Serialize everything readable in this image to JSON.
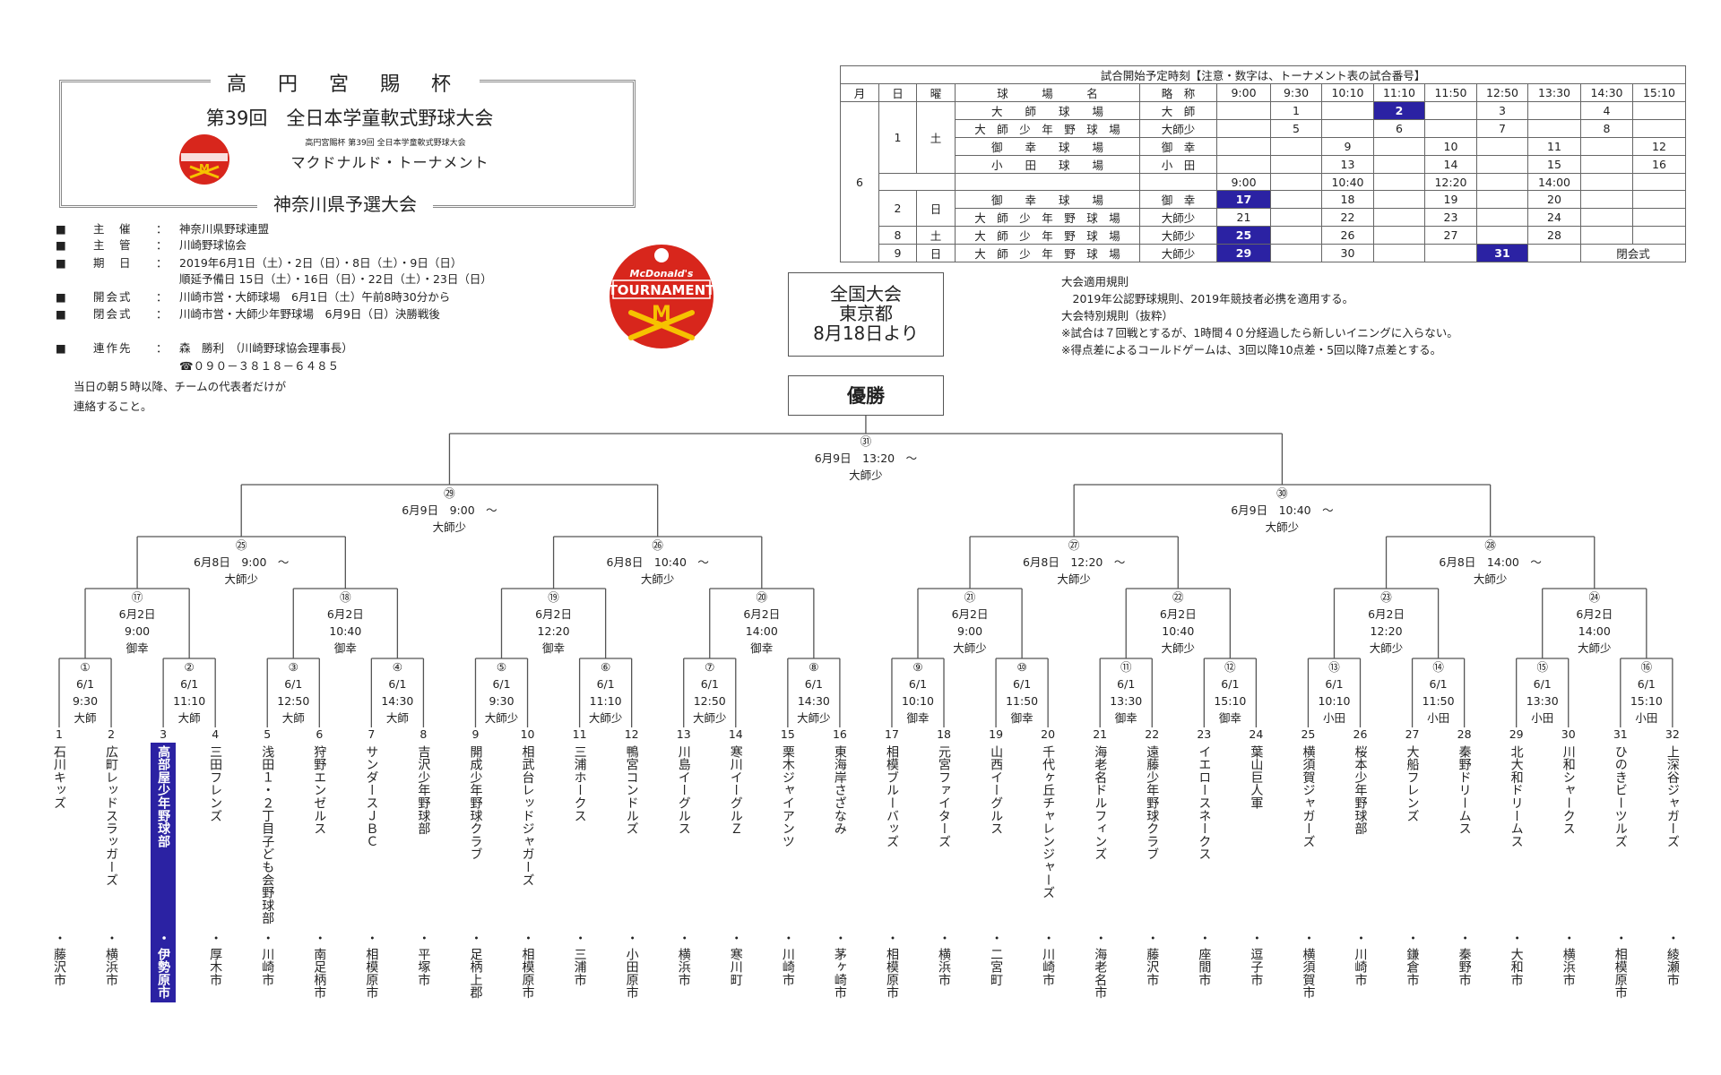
{
  "header": {
    "cup": "高 円 宮 賜 杯",
    "title": "第39回　全日本学童軟式野球大会",
    "subtitle_small": "高円宮賜杯 第39回 全日本学童軟式野球大会",
    "subtitle": "マクドナルド・トーナメント",
    "region": "神奈川県予選大会",
    "logo_text": "McDonald's TOURNAMENT"
  },
  "info": {
    "bullet": "■",
    "colon": "：",
    "rows": [
      {
        "label": "主　催",
        "value": "神奈川県野球連盟"
      },
      {
        "label": "主　管",
        "value": "川崎野球協会"
      },
      {
        "label": "期　日",
        "value": "2019年6月1日（土）・2日（日）・8日（土）・9日（日）"
      },
      {
        "label": "",
        "value": "順延予備日 15日（土）・16日（日）・22日（土）・23日（日）"
      },
      {
        "label": "開会式",
        "value": "川崎市営・大師球場　6月1日（土）午前8時30分から"
      },
      {
        "label": "閉会式",
        "value": "川崎市営・大師少年野球場　6月9日（日）決勝戦後"
      },
      {
        "label": "連作先",
        "value": "森　勝利　（川崎野球協会理事長）"
      },
      {
        "label": "",
        "value": "☎０９０－３８１８－６４８５"
      }
    ],
    "note_lines": [
      "当日の朝５時以降、チームの代表者だけが",
      "連絡すること。"
    ]
  },
  "schedule": {
    "title": "試合開始予定時刻【注意・数字は、トーナメント表の試合番号】",
    "headers": [
      "月",
      "日",
      "曜",
      "球　　　場　　　名",
      "略　称",
      "9:00",
      "9:30",
      "10:10",
      "11:10",
      "11:50",
      "12:50",
      "13:30",
      "14:30",
      "15:10"
    ],
    "month": "6",
    "highlight_color": "#2b22a3",
    "highlighted": [
      "2",
      "17",
      "25",
      "29",
      "31"
    ],
    "groups": [
      {
        "day": "1",
        "dow": "土",
        "rows": [
          {
            "field": "大　　師　　球　　場",
            "abbr": "大　師",
            "cells": [
              "",
              "1",
              "",
              "2",
              "",
              "3",
              "",
              "4",
              ""
            ]
          },
          {
            "field": "大　師　少　年　野　球　場",
            "abbr": "大師少",
            "cells": [
              "",
              "5",
              "",
              "6",
              "",
              "7",
              "",
              "8",
              ""
            ]
          },
          {
            "field": "御　　幸　　球　　場",
            "abbr": "御　幸",
            "cells": [
              "",
              "",
              "9",
              "",
              "10",
              "",
              "11",
              "",
              "12"
            ]
          },
          {
            "field": "小　　田　　球　　場",
            "abbr": "小　田",
            "cells": [
              "",
              "",
              "13",
              "",
              "14",
              "",
              "15",
              "",
              "16"
            ]
          }
        ]
      },
      {
        "day": "",
        "dow": "",
        "merged": true,
        "rows": [
          {
            "field": "",
            "abbr": "",
            "cells": [
              "9:00",
              "",
              "10:40",
              "",
              "12:20",
              "",
              "14:00",
              "",
              ""
            ]
          }
        ]
      },
      {
        "day": "2",
        "dow": "日",
        "rows": [
          {
            "field": "御　　幸　　球　　場",
            "abbr": "御　幸",
            "cells": [
              "17",
              "",
              "18",
              "",
              "19",
              "",
              "20",
              "",
              ""
            ]
          },
          {
            "field": "大　師　少　年　野　球　場",
            "abbr": "大師少",
            "cells": [
              "21",
              "",
              "22",
              "",
              "23",
              "",
              "24",
              "",
              ""
            ]
          }
        ]
      },
      {
        "day": "8",
        "dow": "土",
        "rows": [
          {
            "field": "大　師　少　年　野　球　場",
            "abbr": "大師少",
            "cells": [
              "25",
              "",
              "26",
              "",
              "27",
              "",
              "28",
              "",
              ""
            ]
          }
        ]
      },
      {
        "day": "9",
        "dow": "日",
        "rows": [
          {
            "field": "大　師　少　年　野　球　場",
            "abbr": "大師少",
            "cells": [
              "29",
              "",
              "30",
              "",
              "",
              "31",
              "",
              "閉会式"
            ]
          }
        ]
      }
    ]
  },
  "national_box": {
    "line1": "全国大会",
    "line2": "東京都",
    "line3": "8月18日より"
  },
  "champion_label": "優勝",
  "rules": {
    "lines": [
      "大会適用規則",
      "　2019年公認野球規則、2019年競技者必携を適用する。",
      "大会特別規則（抜粋）",
      "※試合は７回戦とするが、1時間４０分経過したら新しいイニングに入らない。",
      "※得点差によるコールドゲームは、3回以降10点差・5回以降7点差とする。"
    ]
  },
  "bracket": {
    "separator": "・",
    "highlighted_team": 3,
    "rounds": [
      [
        {
          "no": "①",
          "date": "6/1",
          "time": "9:30",
          "venue": "大師"
        },
        {
          "no": "②",
          "date": "6/1",
          "time": "11:10",
          "venue": "大師"
        },
        {
          "no": "③",
          "date": "6/1",
          "time": "12:50",
          "venue": "大師"
        },
        {
          "no": "④",
          "date": "6/1",
          "time": "14:30",
          "venue": "大師"
        },
        {
          "no": "⑤",
          "date": "6/1",
          "time": "9:30",
          "venue": "大師少"
        },
        {
          "no": "⑥",
          "date": "6/1",
          "time": "11:10",
          "venue": "大師少"
        },
        {
          "no": "⑦",
          "date": "6/1",
          "time": "12:50",
          "venue": "大師少"
        },
        {
          "no": "⑧",
          "date": "6/1",
          "time": "14:30",
          "venue": "大師少"
        },
        {
          "no": "⑨",
          "date": "6/1",
          "time": "10:10",
          "venue": "御幸"
        },
        {
          "no": "⑩",
          "date": "6/1",
          "time": "11:50",
          "venue": "御幸"
        },
        {
          "no": "⑪",
          "date": "6/1",
          "time": "13:30",
          "venue": "御幸"
        },
        {
          "no": "⑫",
          "date": "6/1",
          "time": "15:10",
          "venue": "御幸"
        },
        {
          "no": "⑬",
          "date": "6/1",
          "time": "10:10",
          "venue": "小田"
        },
        {
          "no": "⑭",
          "date": "6/1",
          "time": "11:50",
          "venue": "小田"
        },
        {
          "no": "⑮",
          "date": "6/1",
          "time": "13:30",
          "venue": "小田"
        },
        {
          "no": "⑯",
          "date": "6/1",
          "time": "15:10",
          "venue": "小田"
        }
      ],
      [
        {
          "no": "⑰",
          "date": "6月2日",
          "time": "9:00",
          "venue": "御幸"
        },
        {
          "no": "⑱",
          "date": "6月2日",
          "time": "10:40",
          "venue": "御幸"
        },
        {
          "no": "⑲",
          "date": "6月2日",
          "time": "12:20",
          "venue": "御幸"
        },
        {
          "no": "⑳",
          "date": "6月2日",
          "time": "14:00",
          "venue": "御幸"
        },
        {
          "no": "㉑",
          "date": "6月2日",
          "time": "9:00",
          "venue": "大師少"
        },
        {
          "no": "㉒",
          "date": "6月2日",
          "time": "10:40",
          "venue": "大師少"
        },
        {
          "no": "㉓",
          "date": "6月2日",
          "time": "12:20",
          "venue": "大師少"
        },
        {
          "no": "㉔",
          "date": "6月2日",
          "time": "14:00",
          "venue": "大師少"
        }
      ],
      [
        {
          "no": "㉕",
          "datetime": "6月8日　9:00　～",
          "venue": "大師少"
        },
        {
          "no": "㉖",
          "datetime": "6月8日　10:40　～",
          "venue": "大師少"
        },
        {
          "no": "㉗",
          "datetime": "6月8日　12:20　～",
          "venue": "大師少"
        },
        {
          "no": "㉘",
          "datetime": "6月8日　14:00　～",
          "venue": "大師少"
        }
      ],
      [
        {
          "no": "㉙",
          "datetime": "6月9日　9:00　～",
          "venue": "大師少"
        },
        {
          "no": "㉚",
          "datetime": "6月9日　10:40　～",
          "venue": "大師少"
        }
      ],
      [
        {
          "no": "㉛",
          "datetime": "6月9日　13:20　～",
          "venue": "大師少"
        }
      ]
    ],
    "teams": [
      {
        "no": "1",
        "name": "石川キッズ",
        "city": "藤沢市"
      },
      {
        "no": "2",
        "name": "広町レッドスラッガーズ",
        "city": "横浜市"
      },
      {
        "no": "3",
        "name": "高部屋少年野球部",
        "city": "伊勢原市"
      },
      {
        "no": "4",
        "name": "三田フレンズ",
        "city": "厚木市"
      },
      {
        "no": "5",
        "name": "浅田１・２丁目子ども会野球部",
        "city": "川崎市"
      },
      {
        "no": "6",
        "name": "狩野エンゼルス",
        "city": "南足柄市"
      },
      {
        "no": "7",
        "name": "サンダースＪＢＣ",
        "city": "相模原市"
      },
      {
        "no": "8",
        "name": "吉沢少年野球部",
        "city": "平塚市"
      },
      {
        "no": "9",
        "name": "開成少年野球クラブ",
        "city": "足柄上郡"
      },
      {
        "no": "10",
        "name": "相武台レッドジャガーズ",
        "city": "相模原市"
      },
      {
        "no": "11",
        "name": "三浦ホークス",
        "city": "三浦市"
      },
      {
        "no": "12",
        "name": "鴨宮コンドルズ",
        "city": "小田原市"
      },
      {
        "no": "13",
        "name": "川島イーグルス",
        "city": "横浜市"
      },
      {
        "no": "14",
        "name": "寒川イーグルＺ",
        "city": "寒川町"
      },
      {
        "no": "15",
        "name": "栗木ジャイアンツ",
        "city": "川崎市"
      },
      {
        "no": "16",
        "name": "東海岸さざなみ",
        "city": "茅ヶ崎市"
      },
      {
        "no": "17",
        "name": "相模ブルーバッズ",
        "city": "相模原市"
      },
      {
        "no": "18",
        "name": "元宮ファイターズ",
        "city": "横浜市"
      },
      {
        "no": "19",
        "name": "山西イーグルス",
        "city": "二宮町"
      },
      {
        "no": "20",
        "name": "千代ヶ丘チャレンジャーズ",
        "city": "川崎市"
      },
      {
        "no": "21",
        "name": "海老名ドルフィンズ",
        "city": "海老名市"
      },
      {
        "no": "22",
        "name": "遠藤少年野球クラブ",
        "city": "藤沢市"
      },
      {
        "no": "23",
        "name": "イエロースネークス",
        "city": "座間市"
      },
      {
        "no": "24",
        "name": "葉山巨人軍",
        "city": "逗子市"
      },
      {
        "no": "25",
        "name": "横須賀ジャガーズ",
        "city": "横須賀市"
      },
      {
        "no": "26",
        "name": "桜本少年野球部",
        "city": "川崎市"
      },
      {
        "no": "27",
        "name": "大船フレンズ",
        "city": "鎌倉市"
      },
      {
        "no": "28",
        "name": "秦野ドリームス",
        "city": "秦野市"
      },
      {
        "no": "29",
        "name": "北大和ドリームス",
        "city": "大和市"
      },
      {
        "no": "30",
        "name": "川和シャークス",
        "city": "横浜市"
      },
      {
        "no": "31",
        "name": "ひのきビーツルズ",
        "city": "相模原市"
      },
      {
        "no": "32",
        "name": "上深谷ジャガーズ",
        "city": "綾瀬市"
      }
    ]
  }
}
